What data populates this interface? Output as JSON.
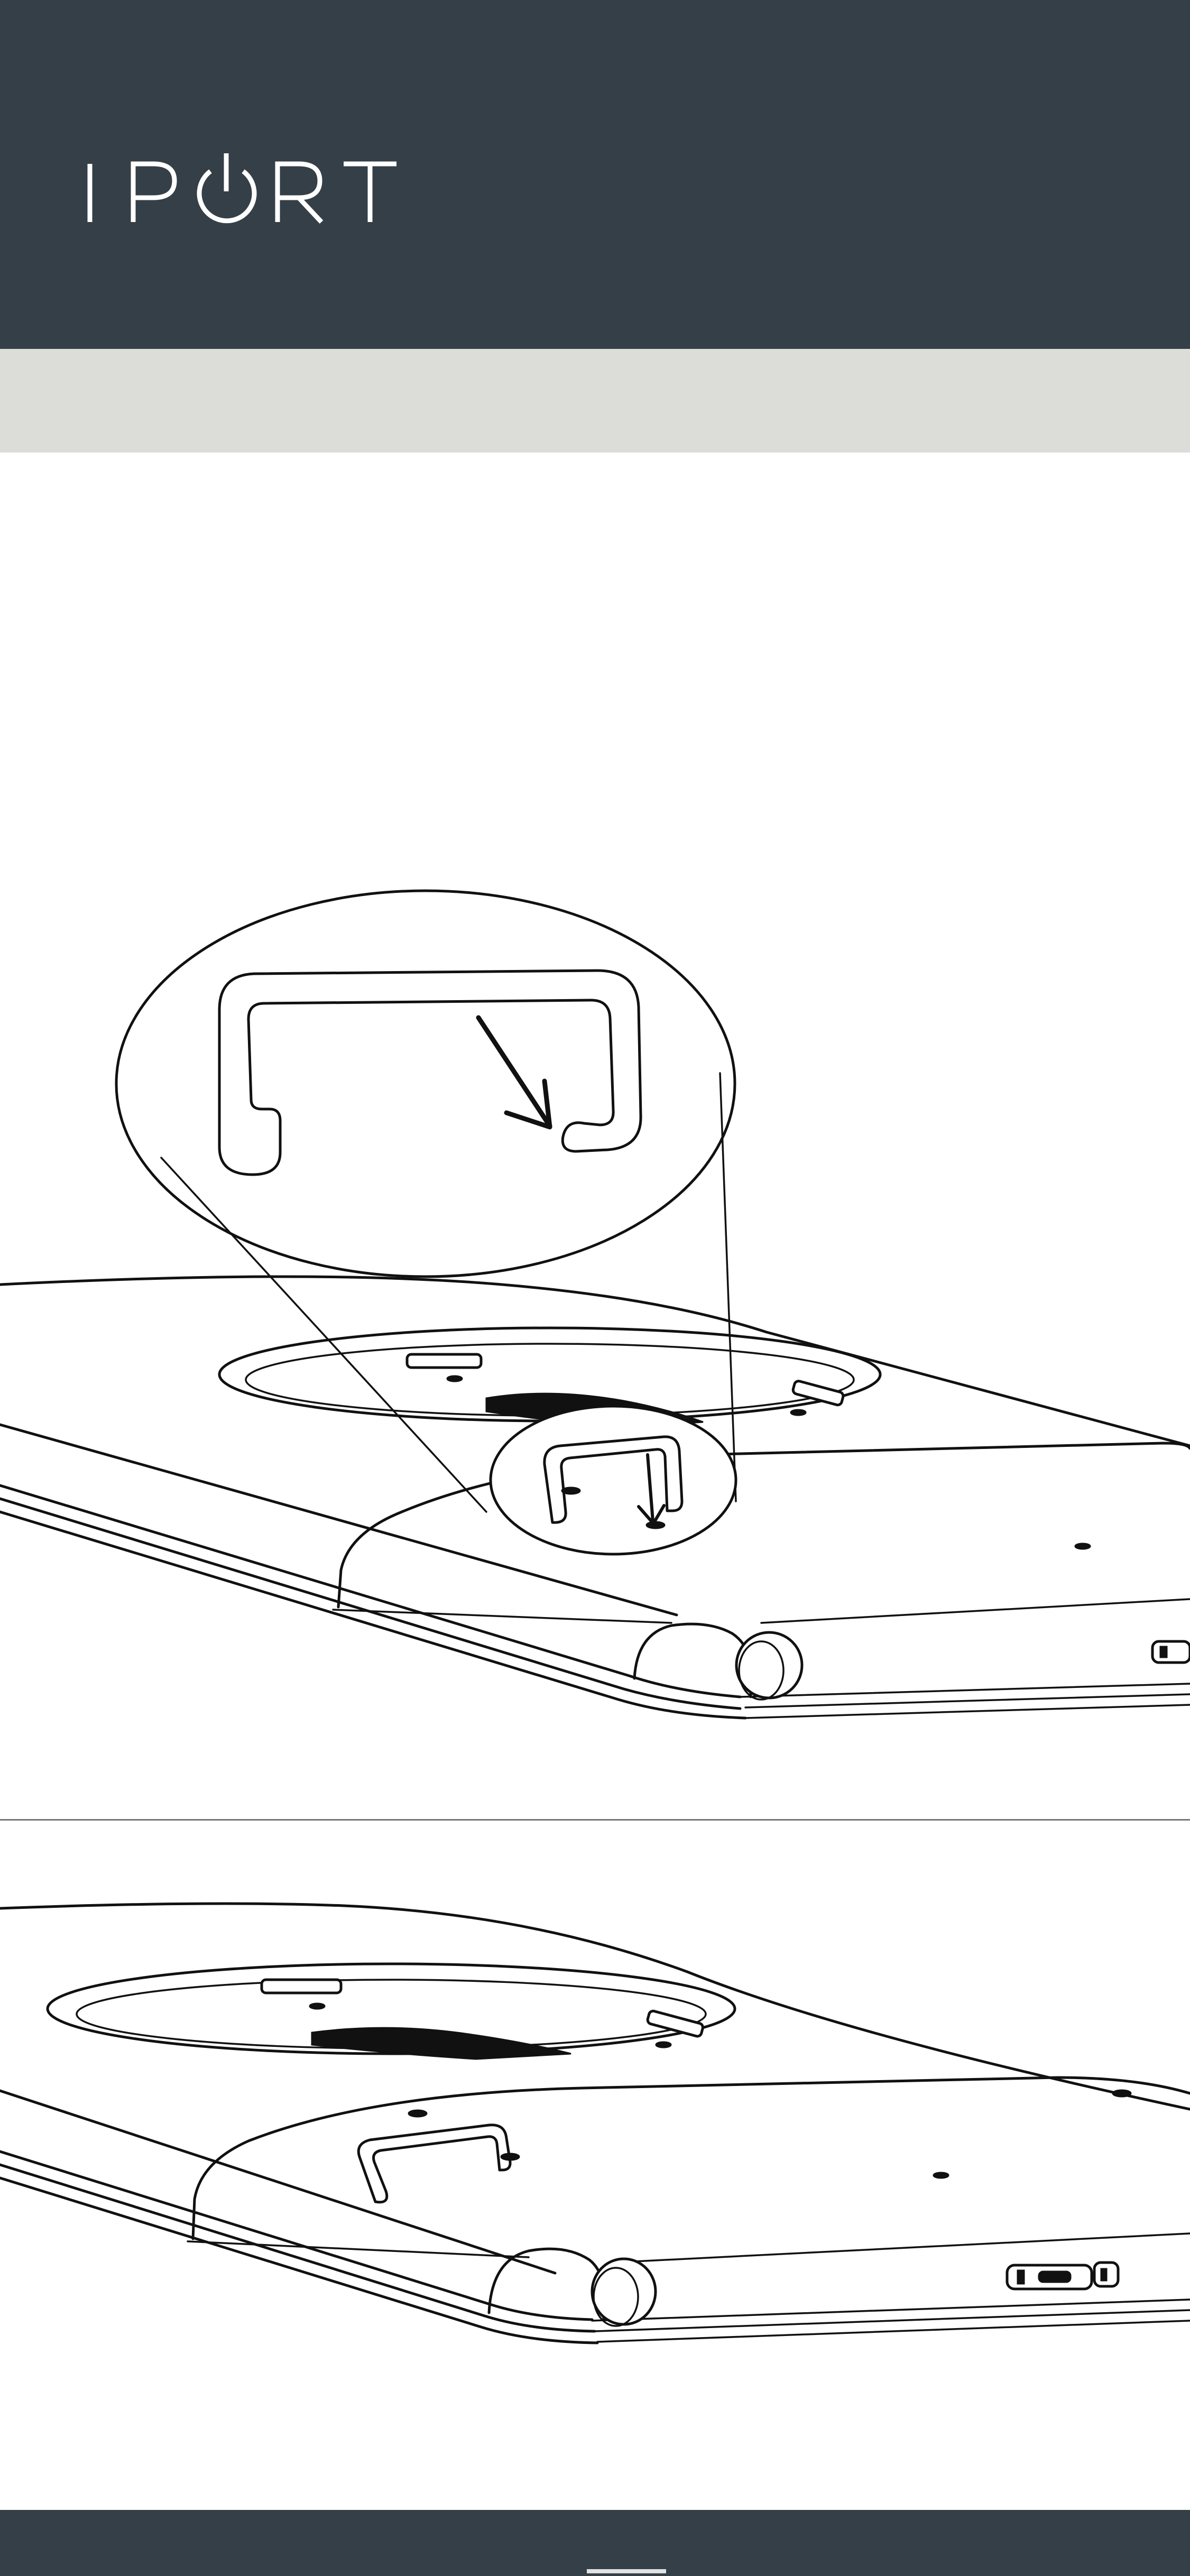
{
  "brand": {
    "name": "IPORT",
    "colors": {
      "header": "#353f47",
      "subheader": "#dcdcd8",
      "line": "#111111"
    }
  },
  "illustrations": [
    {
      "name": "case-clip-insertion-detail",
      "icon": "magnified-clip-arrow-icon"
    },
    {
      "name": "case-clip-installed",
      "icon": "installed-clip-icon"
    }
  ]
}
